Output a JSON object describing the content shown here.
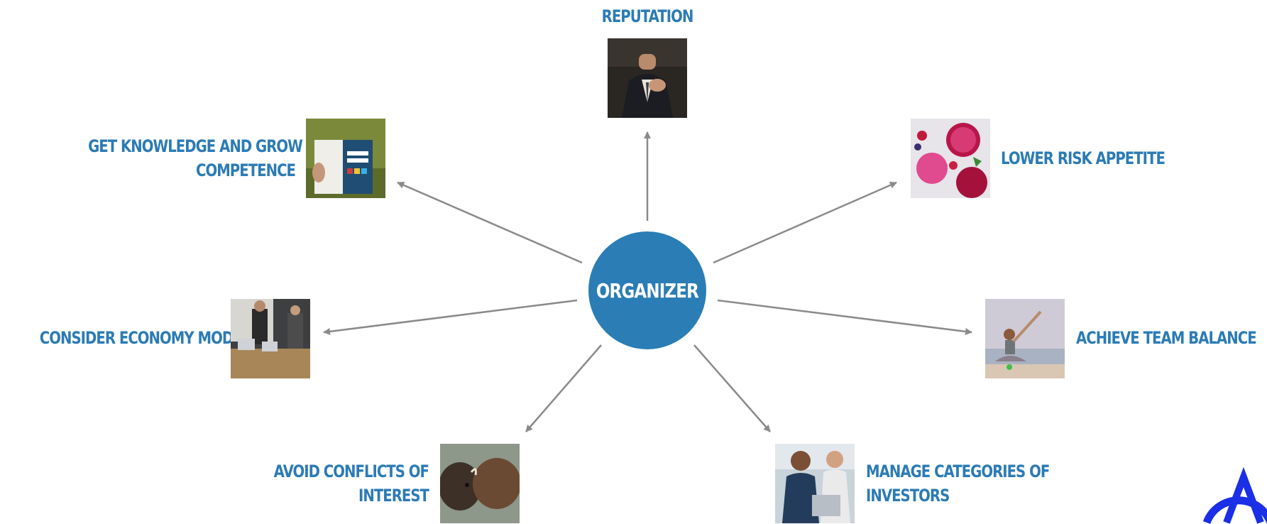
{
  "center": {
    "label": "ORGANIZER",
    "color": "#2a7db5"
  },
  "accent_color": "#2b7bb5",
  "arrow_color": "#8a8a8a",
  "nodes": [
    {
      "id": "reputation",
      "lines": [
        "REPUTATION"
      ],
      "image": "businessman-adjusting-tie-photo"
    },
    {
      "id": "knowledge",
      "lines": [
        "GET KNOWLEDGE AND GROW",
        "COMPETENCE"
      ],
      "image": "person-reading-digital-marketing-book-photo"
    },
    {
      "id": "risk",
      "lines": [
        "LOWER RISK APPETITE"
      ],
      "image": "berry-drinks-photo"
    },
    {
      "id": "economy",
      "lines": [
        "CONSIDER ECONOMY MODEL"
      ],
      "image": "team-meeting-with-laptops-photo"
    },
    {
      "id": "balance",
      "lines": [
        "ACHIEVE TEAM BALANCE"
      ],
      "image": "woman-meditating-on-beach-photo"
    },
    {
      "id": "conflicts",
      "lines": [
        "AVOID CONFLICTS OF",
        "INTEREST"
      ],
      "image": "bison-heads-clashing-photo"
    },
    {
      "id": "investors",
      "lines": [
        "MANAGE CATEGORIES OF",
        "INVESTORS"
      ],
      "image": "businessmen-looking-at-laptop-photo"
    }
  ],
  "logo": {
    "icon": "blue-circle-a-logo",
    "color": "#1a2fe6"
  }
}
